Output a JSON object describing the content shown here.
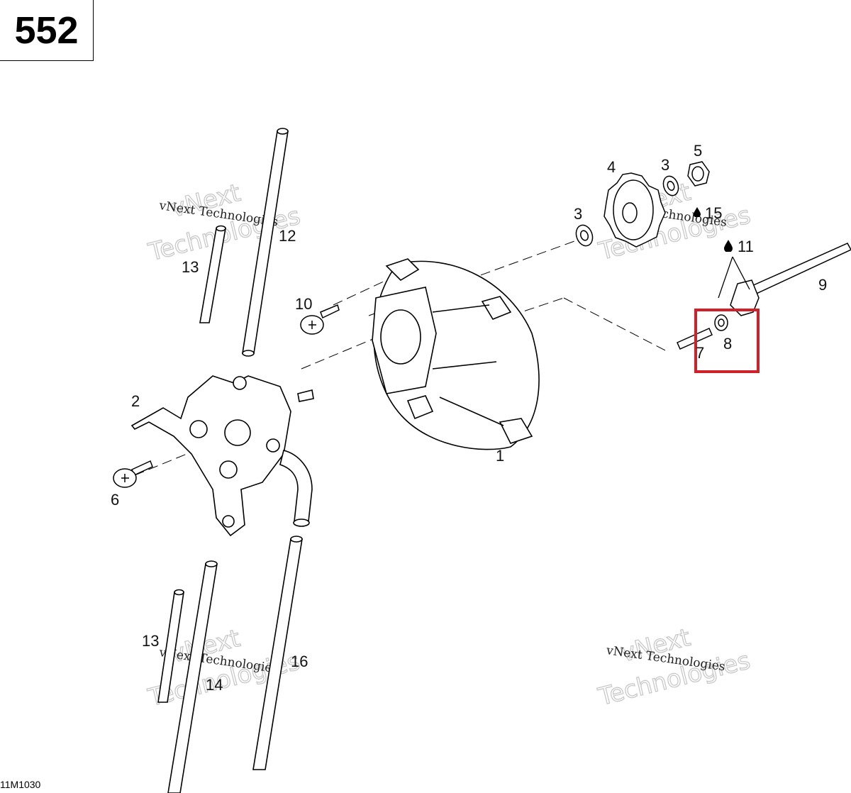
{
  "page_number": "552",
  "reference_code": "11M1030",
  "watermark": {
    "top_line": "vNext",
    "middle_line": "vNext Technologies",
    "bottom_line": "Technologies"
  },
  "callouts": {
    "c1": "1",
    "c2": "2",
    "c3a": "3",
    "c3b": "3",
    "c4": "4",
    "c5": "5",
    "c6": "6",
    "c7": "7",
    "c8": "8",
    "c9": "9",
    "c10": "10",
    "c11": "11",
    "c12": "12",
    "c13a": "13",
    "c13b": "13",
    "c14": "14",
    "c15": "15",
    "c16": "16"
  },
  "highlight_color": "#d0202a"
}
